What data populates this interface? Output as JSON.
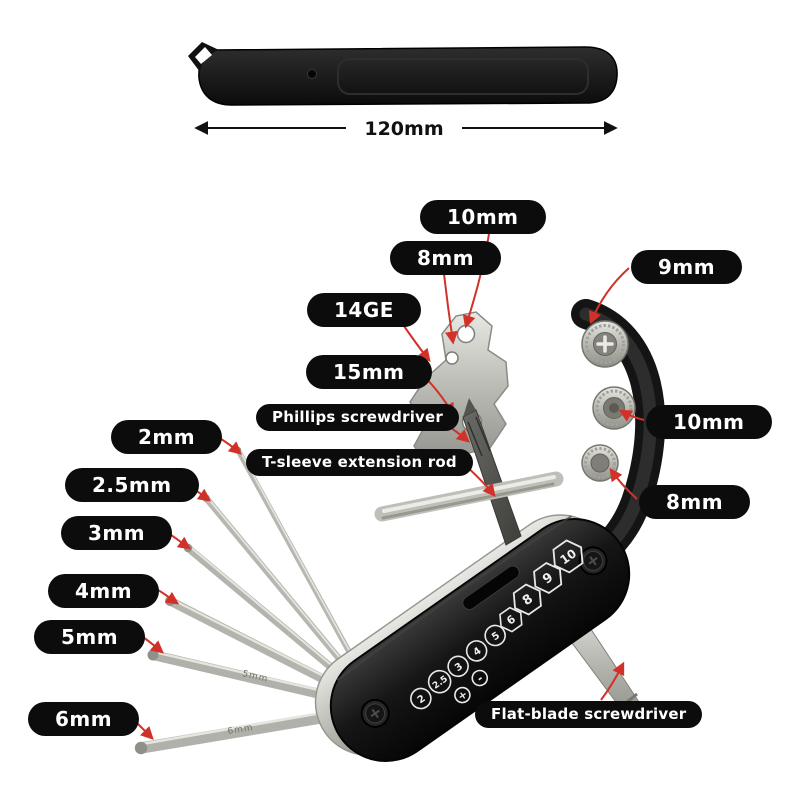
{
  "colors": {
    "background": "#ffffff",
    "label_bg": "#0c0c0c",
    "label_text": "#ffffff",
    "arrow_red": "#d23129",
    "metal_silver": "#bfbfb9",
    "tool_black": "#141414"
  },
  "tire_lever": {
    "dimension": "120mm"
  },
  "callouts": {
    "top_10mm": "10mm",
    "top_8mm": "8mm",
    "right_9mm": "9mm",
    "spoke_14ge": "14GE",
    "spoke_15mm": "15mm",
    "phillips": "Phillips screwdriver",
    "t_sleeve": "T-sleeve extension rod",
    "right_10mm": "10mm",
    "right_8mm": "8mm",
    "hex_2mm": "2mm",
    "hex_2_5mm": "2.5mm",
    "hex_3mm": "3mm",
    "hex_4mm": "4mm",
    "hex_5mm": "5mm",
    "hex_6mm": "6mm",
    "flat_blade": "Flat-blade screwdriver"
  },
  "tool_markings": [
    "2",
    "2.5",
    "3",
    "+",
    "-",
    "4",
    "5",
    "6",
    "8",
    "9",
    "10"
  ],
  "key_etchings": {
    "five": "5mm",
    "six": "6mm"
  }
}
